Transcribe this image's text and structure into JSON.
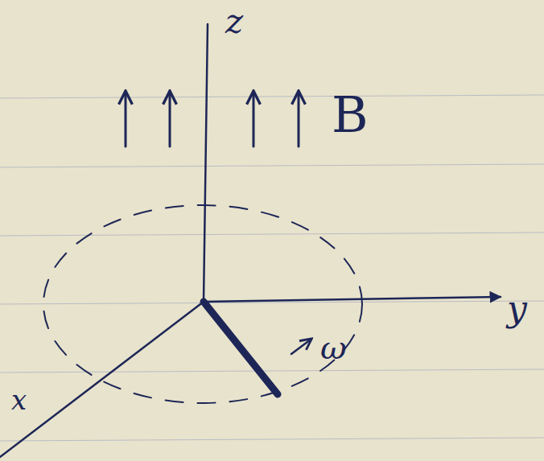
{
  "diagram": {
    "labels": [
      "z",
      "B",
      "y",
      "x",
      "ω"
    ]
  }
}
